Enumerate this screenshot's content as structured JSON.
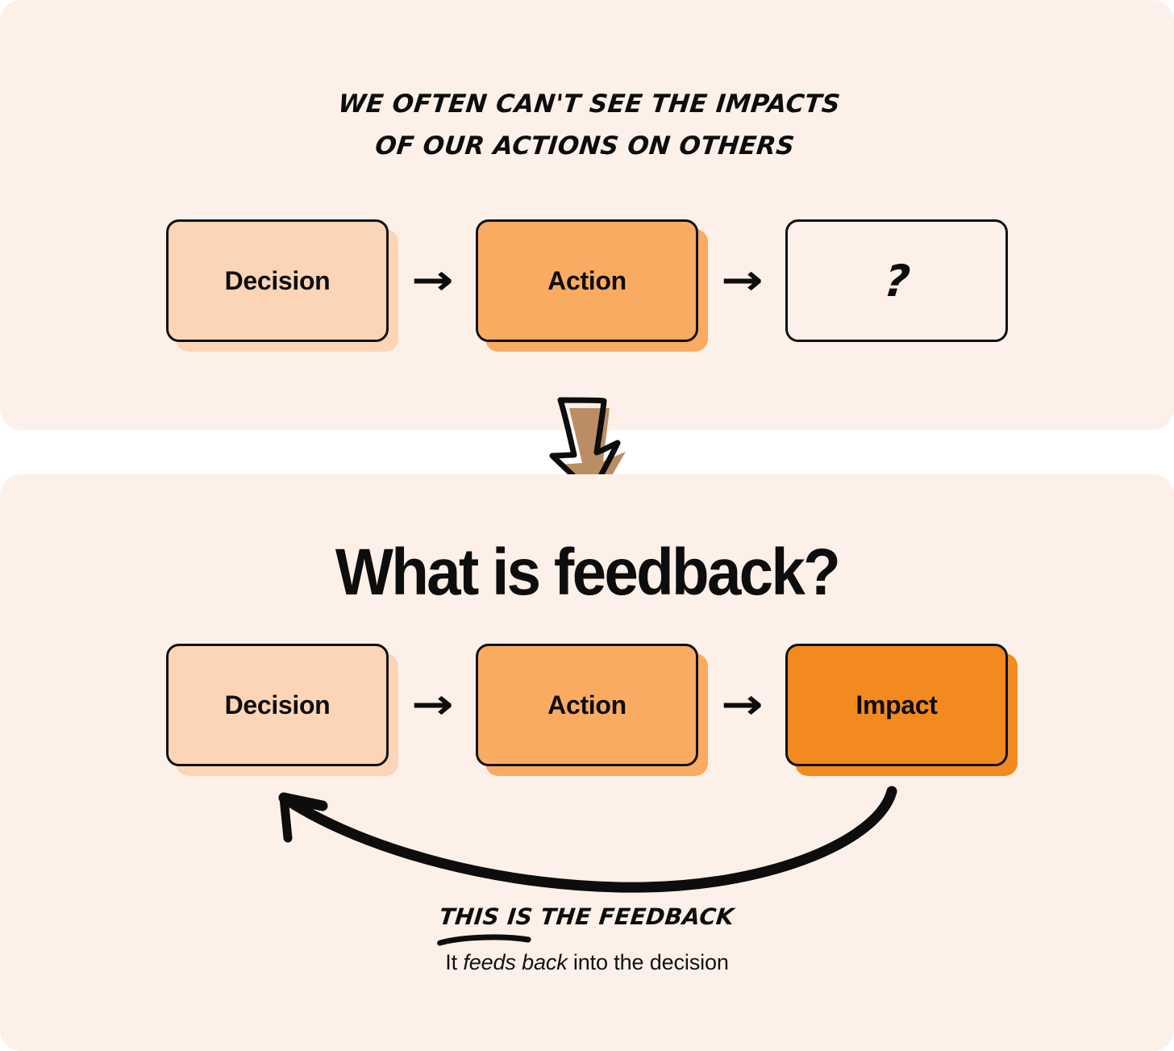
{
  "colors": {
    "page_background": "#ffffff",
    "panel_background": "#FDF0E8",
    "decision_fill": "#FBD5B5",
    "action_fill": "#F9AB62",
    "impact_fill": "#F28A20",
    "unknown_fill": "#FDF0E8",
    "outline": "#111111",
    "transition_arrow_fill": "#BB8D64"
  },
  "top_panel": {
    "headline": "WE OFTEN CAN'T SEE THE IMPACTS\nOF OUR ACTIONS ON OTHERS",
    "flow": {
      "nodes": [
        {
          "label": "Decision",
          "fill_key": "decision_fill",
          "shadowed": true,
          "style": "word"
        },
        {
          "label": "Action",
          "fill_key": "action_fill",
          "shadowed": true,
          "style": "word"
        },
        {
          "label": "?",
          "fill_key": "unknown_fill",
          "shadowed": false,
          "style": "qmark"
        }
      ],
      "connectors": [
        "arrow-right-icon",
        "arrow-right-icon"
      ],
      "arrow_glyph": "→"
    }
  },
  "transition": {
    "icon": "down-arrow-icon"
  },
  "bottom_panel": {
    "heading": "What is feedback?",
    "flow": {
      "nodes": [
        {
          "label": "Decision",
          "fill_key": "decision_fill",
          "shadowed": true,
          "style": "word"
        },
        {
          "label": "Action",
          "fill_key": "action_fill",
          "shadowed": true,
          "style": "word"
        },
        {
          "label": "Impact",
          "fill_key": "impact_fill",
          "shadowed": true,
          "style": "word"
        }
      ],
      "connectors": [
        "arrow-right-icon",
        "arrow-right-icon"
      ],
      "arrow_glyph": "→"
    },
    "feedback_loop": {
      "icon": "curved-feedback-arrow-icon",
      "from": "Impact",
      "to": "Decision"
    },
    "caption": {
      "main": "THIS IS THE FEEDBACK",
      "sub_prefix": "It ",
      "sub_emphasis": "feeds back",
      "sub_suffix": " into the decision"
    }
  }
}
